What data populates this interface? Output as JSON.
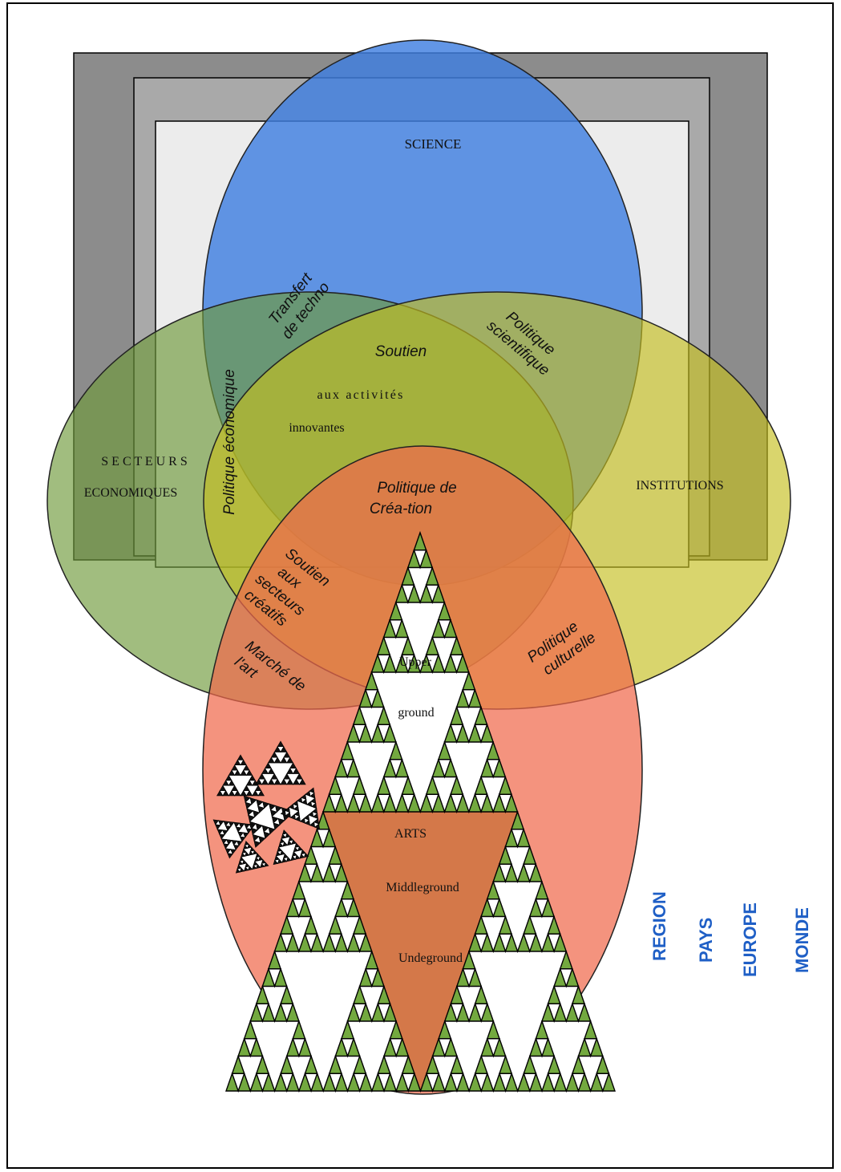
{
  "circles": {
    "science": "SCIENCE",
    "secteurs_line1": "S E C T E U R S",
    "secteurs_line2": "ECONOMIQUES",
    "institutions": "INSTITUTIONS",
    "arts": "ARTS"
  },
  "intersections": {
    "transfert_line1": "Transfert",
    "transfert_line2": "de techno",
    "politique_scientifique_line1": "Politique",
    "politique_scientifique_line2": "scientifique",
    "politique_economique": "Politique économique",
    "soutien": "Soutien",
    "aux_activites": "aux activités",
    "innovantes": "innovantes",
    "creation_line1": "Politique de",
    "creation_line2": "Créa-tion",
    "secteurs_creatifs_line1": "Soutien",
    "secteurs_creatifs_line2": "aux",
    "secteurs_creatifs_line3": "secteurs",
    "secteurs_creatifs_line4": "créatifs",
    "marche_line1": "Marché de",
    "marche_line2": "l'art",
    "culturelle_line1": "Politique",
    "culturelle_line2": "culturelle"
  },
  "levels": {
    "upper_line1": "Upper",
    "upper_line2": "ground",
    "middleground": "Middleground",
    "underground": "Undeground"
  },
  "scopes": {
    "region": "REGION",
    "pays": "PAYS",
    "europe": "EUROPE",
    "monde": "MONDE"
  },
  "colors": {
    "science": "#3f7fe0",
    "economic": "#6f9a3a",
    "institutions": "#c5be1e",
    "arts": "#f06a4c",
    "triangle": "#73a93f",
    "scope_text": "#1f5fc6"
  }
}
